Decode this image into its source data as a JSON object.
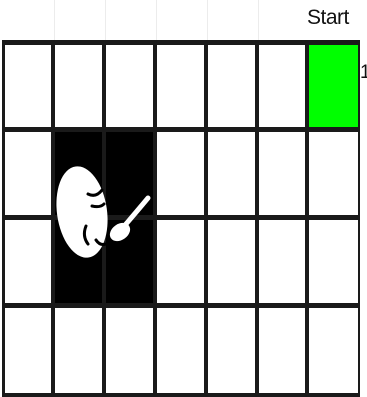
{
  "header": {
    "start_label": "Start",
    "row_number": "1"
  },
  "grid": {
    "rows": 4,
    "cols": 7,
    "start_cell": {
      "row": 0,
      "col": 6
    },
    "dark_cells": [
      {
        "row": 1,
        "col": 1
      },
      {
        "row": 1,
        "col": 2
      },
      {
        "row": 2,
        "col": 1
      },
      {
        "row": 2,
        "col": 2
      }
    ],
    "colors": {
      "start": "#00ff00",
      "dark": "#000000",
      "empty": "#ffffff",
      "lines": "#1a1a1a"
    }
  },
  "picture": {
    "icon": "face-eating-with-spoon-icon"
  }
}
